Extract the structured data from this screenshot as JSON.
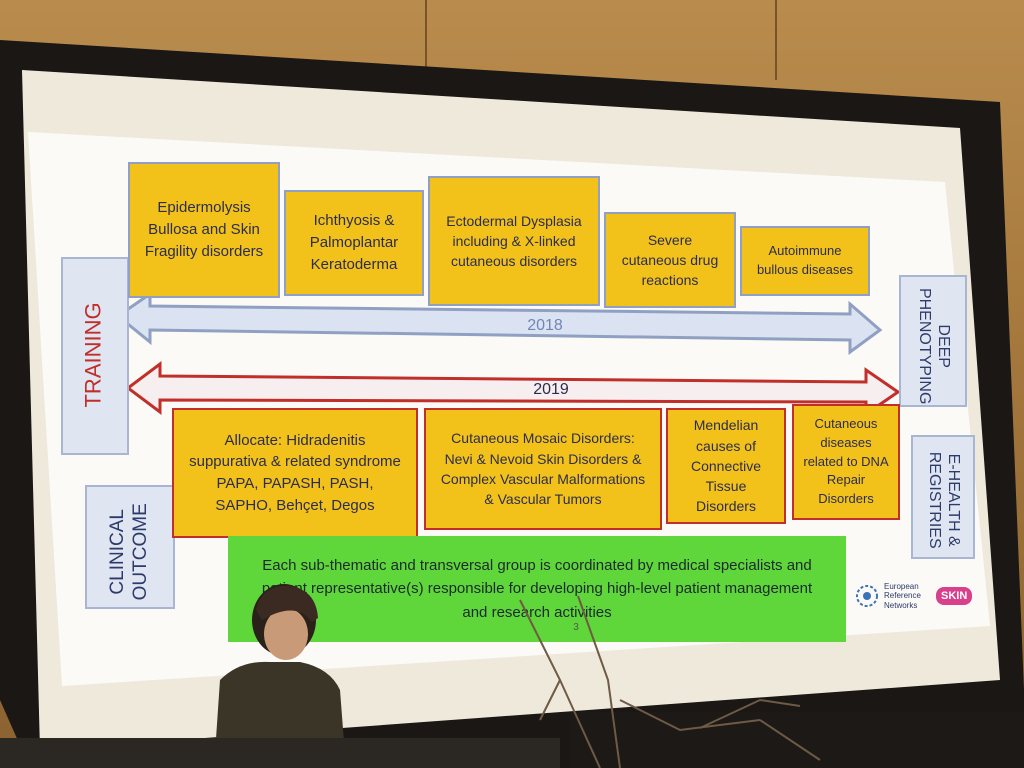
{
  "scene": {
    "colors": {
      "wall": "#b98c4e",
      "screen_frame": "#1a1714",
      "slide_bg": "#fbfaf6",
      "box_yellow": "#f2c21a",
      "border_blue": "#8fa0c2",
      "border_red": "#c02f2a",
      "green_box": "#5fd63a",
      "label_bg": "#dfe5f1"
    }
  },
  "slide": {
    "top_boxes": [
      {
        "text": "Epidermolysis Bullosa and Skin Fragility disorders"
      },
      {
        "text": "Ichthyosis & Palmoplantar Keratoderma"
      },
      {
        "text": "Ectodermal Dysplasia including & X-linked cutaneous disorders"
      },
      {
        "text": "Severe cutaneous drug reactions"
      },
      {
        "text": "Autoimmune bullous diseases"
      }
    ],
    "bottom_boxes": [
      {
        "text": "Allocate: Hidradenitis suppurativa & related syndrome PAPA, PAPASH, PASH, SAPHO, Behçet, Degos"
      },
      {
        "text": "Cutaneous Mosaic Disorders: Nevi & Nevoid Skin Disorders & Complex Vascular Malformations & Vascular Tumors"
      },
      {
        "text": "Mendelian causes of Connective Tissue Disorders"
      },
      {
        "text": "Cutaneous diseases related to DNA Repair Disorders"
      }
    ],
    "arrow_2018": "2018",
    "arrow_2019": "2019",
    "left_labels": {
      "training": "TRAINING",
      "clinical_outcome": "CLINICAL OUTCOME"
    },
    "right_labels": {
      "deep_phenotyping": "DEEP PHENOTYPING",
      "ehealth": "E-HEALTH & REGISTRIES"
    },
    "green_box": "Each sub-thematic and transversal group is coordinated by medical specialists and patient representative(s) responsible for developing high-level patient management and research activities",
    "page_number": "3",
    "logo": {
      "ern_text": "European Reference Networks",
      "skin_text": "SKIN"
    }
  }
}
